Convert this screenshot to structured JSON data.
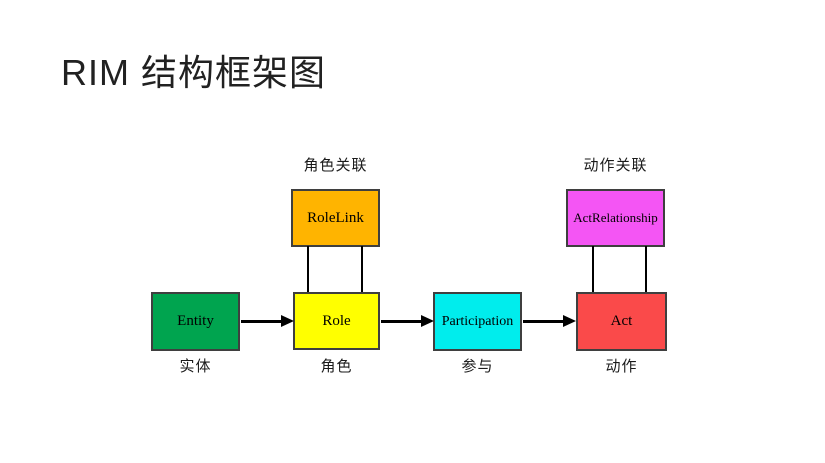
{
  "slide": {
    "title": "RIM 结构框架图",
    "background": "#ffffff"
  },
  "diagram": {
    "nodes": {
      "rolelink": {
        "label": "RoleLink",
        "caption": "角色关联",
        "fill": "#FFB400"
      },
      "actrelationship": {
        "label": "ActRelationship",
        "caption": "动作关联",
        "fill": "#F455F4"
      },
      "entity": {
        "label": "Entity",
        "caption": "实体",
        "fill": "#00A44F"
      },
      "role": {
        "label": "Role",
        "caption": "角色",
        "fill": "#FFFF00"
      },
      "participation": {
        "label": "Participation",
        "caption": "参与",
        "fill": "#00EDED"
      },
      "act": {
        "label": "Act",
        "caption": "动作",
        "fill": "#FA4A4A"
      }
    },
    "edges": {
      "arrows": [
        "Entity → Role",
        "Role → Participation",
        "Participation → Act"
      ],
      "double_links": [
        "RoleLink ↔ Role",
        "ActRelationship ↔ Act"
      ],
      "line_color": "#000000"
    }
  }
}
